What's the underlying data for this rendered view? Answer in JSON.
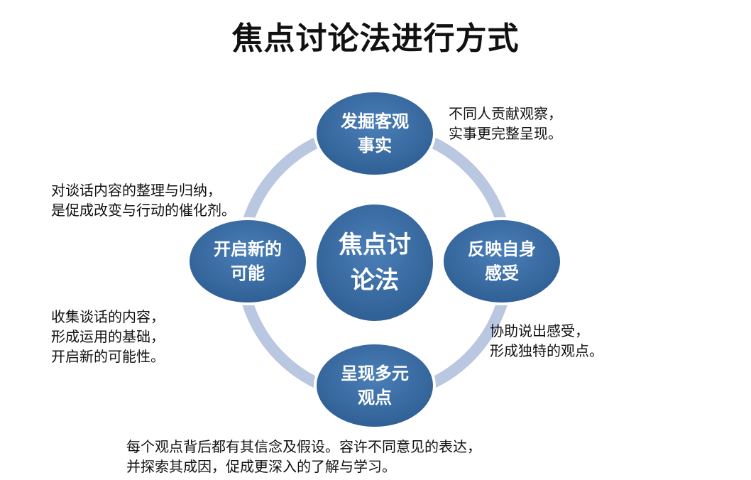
{
  "title": "焦点讨论法进行方式",
  "center": {
    "label": "焦点讨\n论法"
  },
  "nodes": {
    "top": {
      "label": "发掘客观\n事实"
    },
    "right": {
      "label": "反映自身\n感受"
    },
    "bottom": {
      "label": "呈现多元\n观点"
    },
    "left": {
      "label": "开启新的\n可能"
    }
  },
  "notes": {
    "top_right": "不同人贡献观察，\n实事更完整呈现。",
    "top_left": "对谈话内容的整理与归纳，\n是促成改变与行动的催化剂。",
    "bottom_right": "协助说出感受，\n形成独特的观点。",
    "bottom_left": "收集谈话的内容，\n形成运用的基础，\n开启新的可能性。",
    "bottom": "每个观点背后都有其信念及假设。容许不同意见的表达，\n并探索其成因，促成更深入的了解与学习。"
  },
  "colors": {
    "ring": "#b9c7e0",
    "node_fill": "#3d6fa6",
    "node_stroke": "#ffffff",
    "text_light": "#ffffff",
    "text_dark": "#111111"
  }
}
